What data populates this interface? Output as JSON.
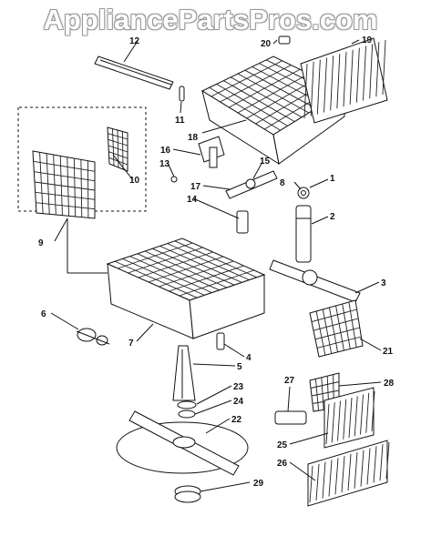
{
  "watermark": "AppliancePartsPros.com",
  "callouts": [
    "1",
    "2",
    "3",
    "4",
    "5",
    "6",
    "7",
    "8",
    "9",
    "10",
    "11",
    "12",
    "13",
    "14",
    "15",
    "16",
    "17",
    "18",
    "19",
    "20",
    "21",
    "22",
    "23",
    "24",
    "25",
    "26",
    "27",
    "28",
    "29"
  ]
}
